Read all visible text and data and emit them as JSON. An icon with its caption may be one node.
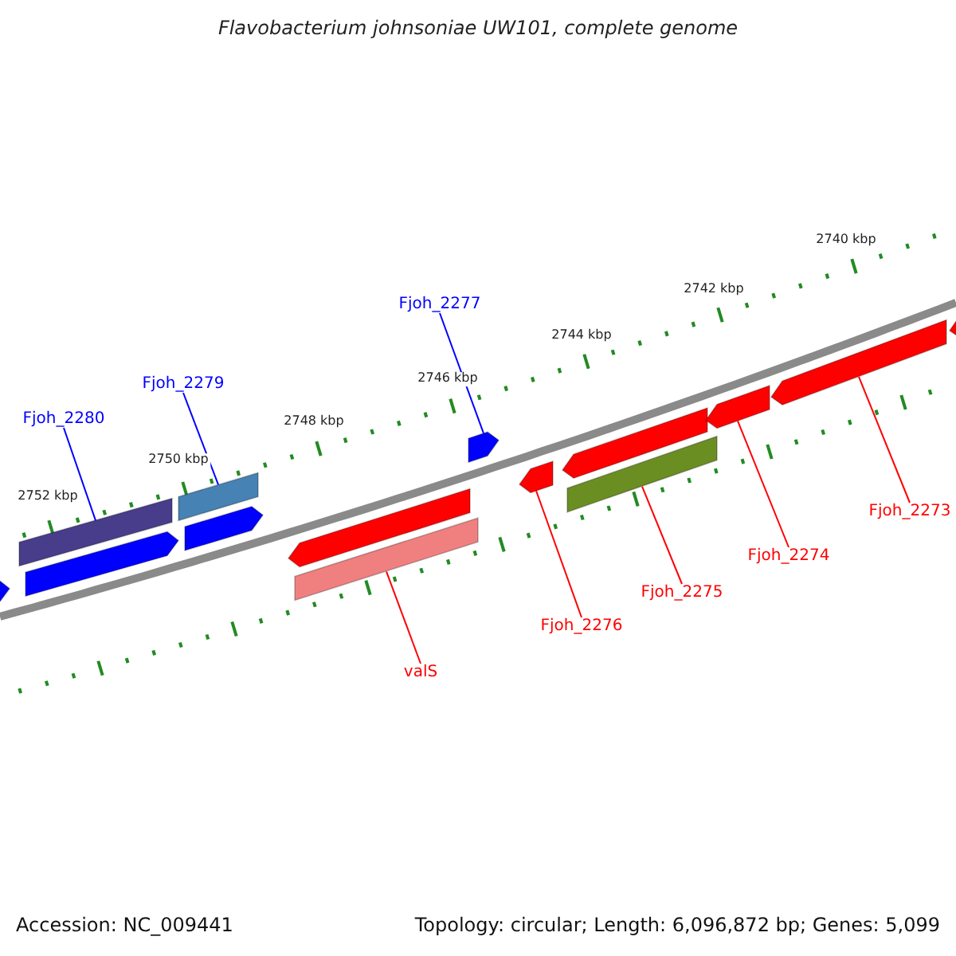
{
  "diagram": {
    "title": "Flavobacterium johnsoniae UW101, complete genome",
    "nodes": [
      {
        "text": [
          "Fjoh_2277"
        ]
      },
      {
        "text": [
          "Fjoh_2279"
        ]
      },
      {
        "text": [
          "Fjoh_2280"
        ]
      },
      {
        "text": [
          "Fjoh_2273"
        ]
      },
      {
        "text": [
          "Fjoh_2274"
        ]
      },
      {
        "text": [
          "Fjoh_2275"
        ]
      },
      {
        "text": [
          "Fjoh_2276"
        ]
      },
      {
        "text": [
          "valS"
        ]
      },
      {
        "text": [],
        "shape": "arrow"
      },
      {
        "text": [],
        "shape": "bar"
      },
      {
        "text": [],
        "shape": "arrow"
      },
      {
        "text": [],
        "shape": "bar"
      },
      {
        "text": [],
        "shape": "arrow"
      },
      {
        "text": [],
        "shape": "arrow"
      },
      {
        "text": [],
        "shape": "bar"
      },
      {
        "text": [],
        "shape": "arrow"
      },
      {
        "text": [],
        "shape": "arrow"
      },
      {
        "text": [],
        "shape": "arrow"
      },
      {
        "text": [],
        "shape": "bar"
      },
      {
        "text": [],
        "shape": "arrow"
      },
      {
        "text": [],
        "shape": "arrow"
      },
      {
        "text": [],
        "shape": "arrow"
      }
    ],
    "edges": [
      {
        "from": 0,
        "to": 15,
        "arrow": "none",
        "color": "#0000ff"
      },
      {
        "from": 1,
        "to": 11,
        "arrow": "none",
        "color": "#0000ff"
      },
      {
        "from": 2,
        "to": 9,
        "arrow": "none",
        "color": "#0000ff"
      },
      {
        "from": 3,
        "to": 20,
        "arrow": "none"
      },
      {
        "from": 4,
        "to": 19,
        "arrow": "none"
      },
      {
        "from": 5,
        "to": 18,
        "arrow": "none"
      },
      {
        "from": 6,
        "to": 16,
        "arrow": "none"
      },
      {
        "from": 7,
        "to": 14,
        "arrow": "none"
      }
    ],
    "labels": [
      "2740 kbp",
      "2742 kbp",
      "2744 kbp",
      "2746 kbp",
      "2748 kbp",
      "2750 kbp",
      "2752 kbp",
      "Accession: NC_009441",
      "Topology: circular; Length: 6,096,872 bp; Genes: 5,099"
    ]
  }
}
